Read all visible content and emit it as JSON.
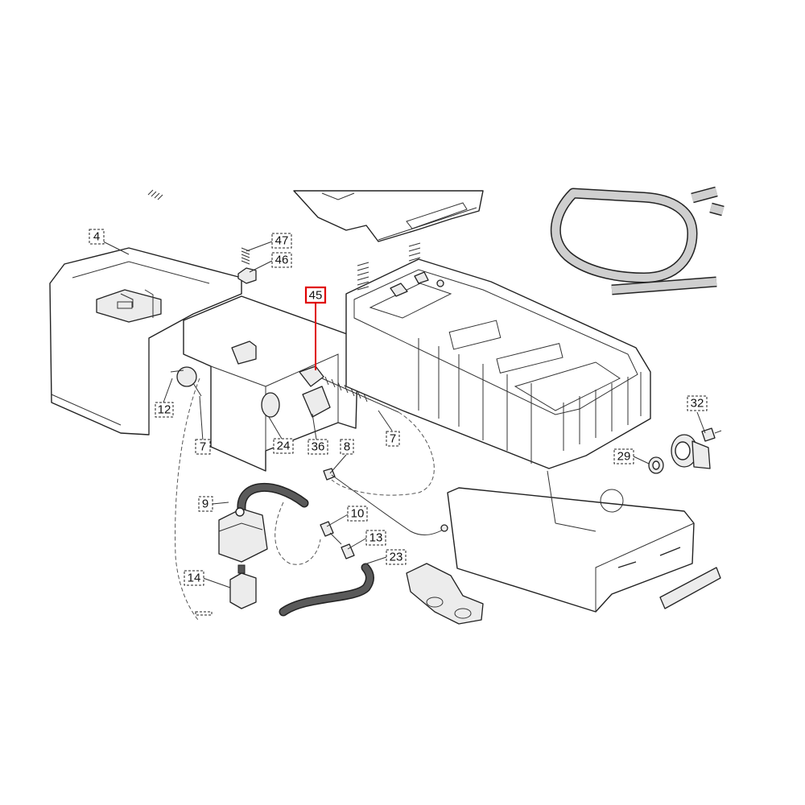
{
  "highlight_color": "#e00000",
  "callouts": [
    {
      "id": "c4",
      "label": "4"
    },
    {
      "id": "c47",
      "label": "47"
    },
    {
      "id": "c46",
      "label": "46"
    },
    {
      "id": "c45",
      "label": "45",
      "highlighted": true
    },
    {
      "id": "c12",
      "label": "12"
    },
    {
      "id": "c7a",
      "label": "7"
    },
    {
      "id": "c24",
      "label": "24"
    },
    {
      "id": "c36",
      "label": "36"
    },
    {
      "id": "c8",
      "label": "8"
    },
    {
      "id": "c7b",
      "label": "7"
    },
    {
      "id": "c32",
      "label": "32"
    },
    {
      "id": "c29",
      "label": "29"
    },
    {
      "id": "c9",
      "label": "9"
    },
    {
      "id": "c10",
      "label": "10"
    },
    {
      "id": "c13",
      "label": "13"
    },
    {
      "id": "c23",
      "label": "23"
    },
    {
      "id": "c14",
      "label": "14"
    }
  ]
}
